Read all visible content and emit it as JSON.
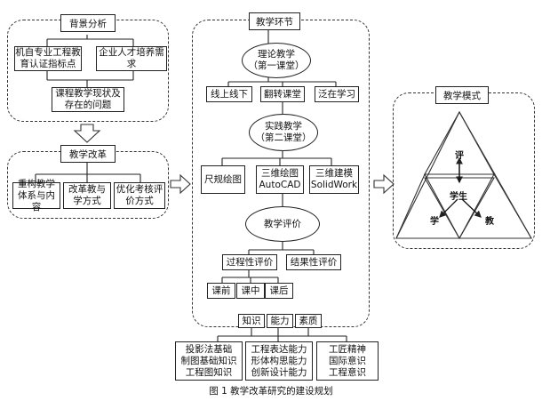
{
  "left": {
    "background": {
      "title": "背景分析",
      "box_a": "机自专业工程教育认证指标点",
      "box_b": "企业人才培养需求",
      "box_c": "课程教学现状及存在的问题"
    },
    "reform": {
      "title": "教学改革",
      "items": [
        "重构教学体系与内容",
        "改革教与学方式",
        "优化考核评价方式"
      ]
    }
  },
  "middle": {
    "title": "教学环节",
    "theory": {
      "line1": "理论教学",
      "line2": "（第一课堂）"
    },
    "theory_items": [
      "线上线下",
      "翻转课堂",
      "泛在学习"
    ],
    "practice": {
      "line1": "实践教学",
      "line2": "（第二课堂）"
    },
    "practice_items": [
      "尺规绘图",
      "三维绘图 AutoCAD",
      "三维建模 SolidWork"
    ],
    "evaluation": "教学评价",
    "process_eval": "过程性评价",
    "result_eval": "结果性评价",
    "stages": [
      "课前",
      "课中",
      "课后"
    ],
    "kaq": [
      "知识",
      "能力",
      "素质"
    ],
    "knowledge": [
      "投影法基础",
      "制图基础知识",
      "工程图知识"
    ],
    "ability": [
      "工程表达能力",
      "形体构思能力",
      "创新设计能力"
    ],
    "quality": [
      "工匠精神",
      "国际意识",
      "工程意识"
    ]
  },
  "right": {
    "title": "教学模式",
    "top": "评",
    "center": "学生",
    "left": "学",
    "right": "教"
  },
  "caption": "图 1  教学改革研究的建设规划"
}
